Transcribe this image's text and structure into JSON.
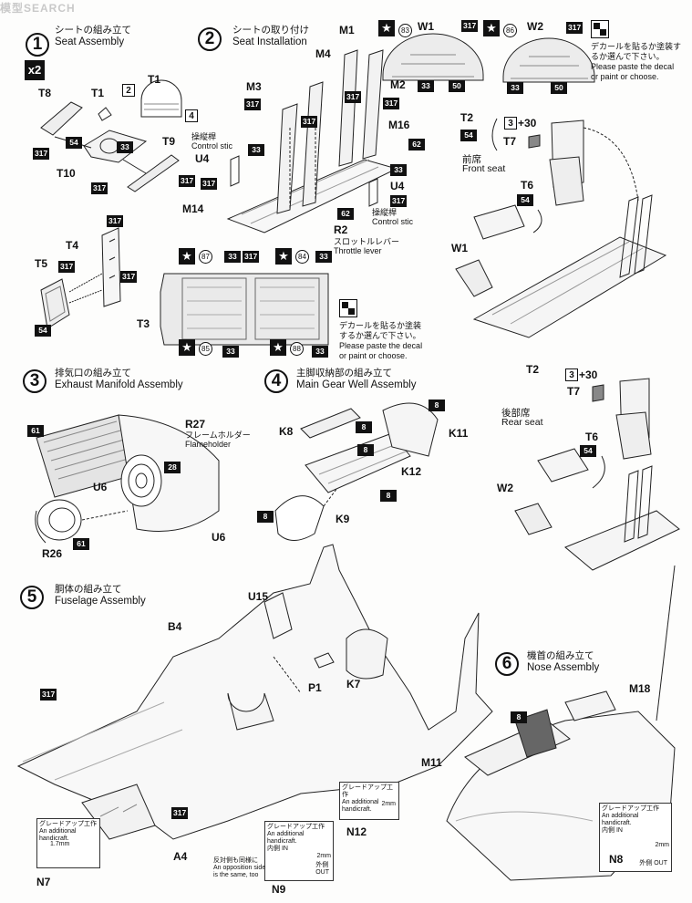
{
  "logo": "模型SEARCH",
  "multiplier": "x2",
  "steps": [
    {
      "num": "1",
      "jp": "シートの組み立て",
      "en": "Seat Assembly"
    },
    {
      "num": "2",
      "jp": "シートの取り付け",
      "en": "Seat Installation"
    },
    {
      "num": "3",
      "jp": "排気口の組み立て",
      "en": "Exhaust Manifold Assembly"
    },
    {
      "num": "4",
      "jp": "主脚収納部の組み立て",
      "en": "Main Gear Well Assembly"
    },
    {
      "num": "5",
      "jp": "胴体の組み立て",
      "en": "Fuselage Assembly"
    },
    {
      "num": "6",
      "jp": "機首の組み立て",
      "en": "Nose Assembly"
    }
  ],
  "parts": {
    "T1a": "T1",
    "T1b": "T1",
    "T8": "T8",
    "T9": "T9",
    "T10": "T10",
    "T4": "T4",
    "T5": "T5",
    "T3": "T3",
    "M1": "M1",
    "M2": "M2",
    "M3": "M3",
    "M4": "M4",
    "M14": "M14",
    "M16": "M16",
    "U4a": "U4",
    "U4b": "U4",
    "R2": "R2",
    "W1": "W1",
    "W2": "W2",
    "W1b": "W1",
    "W2b": "W2",
    "T2a": "T2",
    "T7a": "T7",
    "T6a": "T6",
    "T2b": "T2",
    "T7b": "T7",
    "T6b": "T6",
    "R27": "R27",
    "U6a": "U6",
    "U6b": "U6",
    "R26": "R26",
    "K8": "K8",
    "K11": "K11",
    "K12": "K12",
    "K9": "K9",
    "U15": "U15",
    "B4": "B4",
    "K7": "K7",
    "P1": "P1",
    "N12": "N12",
    "N9": "N9",
    "N7": "N7",
    "A4": "A4",
    "M18": "M18",
    "M11": "M11",
    "N8": "N8"
  },
  "texts": {
    "control_stic_jp": "操縦桿",
    "control_stic_en": "Control stic",
    "throttle_jp": "スロットルレバー",
    "throttle_en": "Throttle lever",
    "flameholder_jp": "フレームホルダー",
    "flameholder_en": "Flameholder",
    "front_jp": "前席",
    "front_en": "Front seat",
    "rear_jp": "後部席",
    "rear_en": "Rear seat",
    "decal_jp": "デカールを貼るか塗装するか選んで下さい。",
    "decal_en1": "Please paste the decal",
    "decal_en2": "or paint or choose.",
    "grade_jp": "グレードアップ工作",
    "grade_en": "An additional handicraft.",
    "opp_jp": "反対側も同様に",
    "opp_en": "An opposition side is the same, too",
    "inner_jp": "内側",
    "inner_en": "IN",
    "outer_jp": "外側",
    "outer_en": "OUT",
    "dim_17": "1.7mm",
    "dim_2": "2mm",
    "plus30": "+30",
    "three": "3"
  },
  "badges": {
    "b317": "317",
    "b54": "54",
    "b33": "33",
    "b50": "50",
    "b62": "62",
    "b61": "61",
    "b28": "28",
    "b8": "8"
  },
  "circles": {
    "c83": "83",
    "c86": "86",
    "c87": "87",
    "c84": "84",
    "c85": "85",
    "c88": "88"
  },
  "boxes": {
    "b2": "2",
    "b4": "4"
  },
  "star": "★"
}
